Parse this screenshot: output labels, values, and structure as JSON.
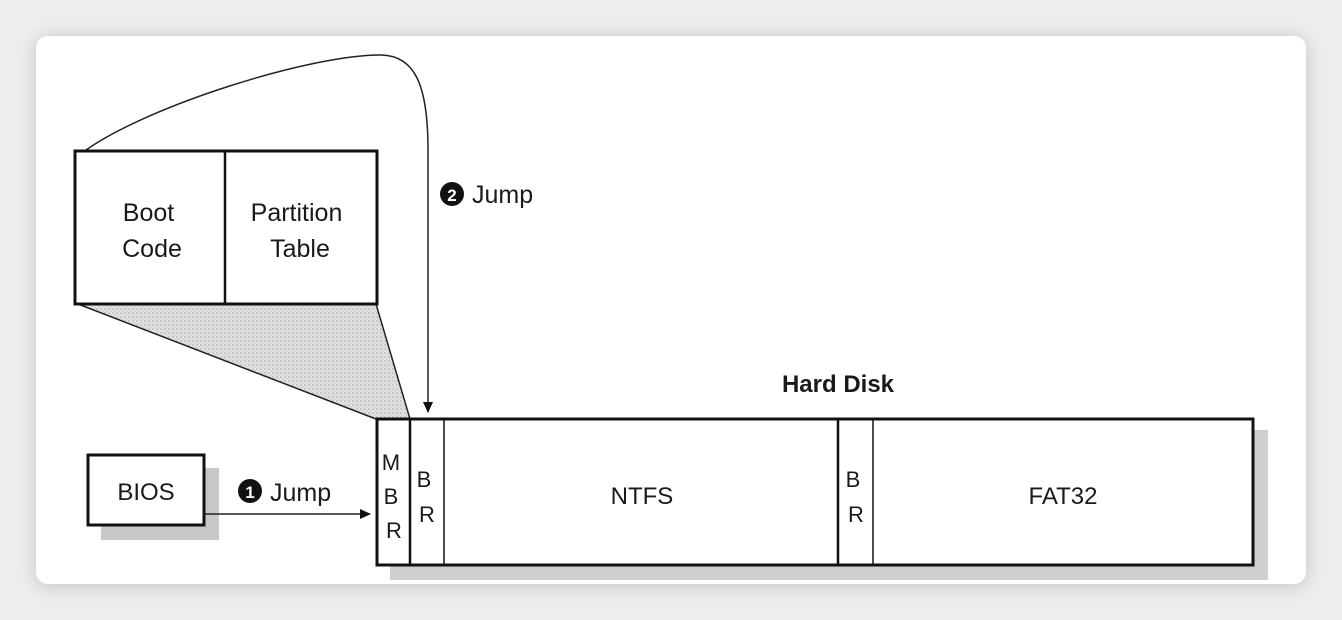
{
  "mbr_detail": {
    "boot_code": [
      "Boot",
      "Code"
    ],
    "partition_table": [
      "Partition",
      "Table"
    ]
  },
  "jump1": {
    "marker": "1",
    "label": "Jump"
  },
  "jump2": {
    "marker": "2",
    "label": "Jump"
  },
  "bios": {
    "label": "BIOS"
  },
  "hard_disk": {
    "title": "Hard Disk",
    "mbr": [
      "M",
      "B",
      "R"
    ],
    "br1": [
      "B",
      "R"
    ],
    "ntfs": "NTFS",
    "br2": [
      "B",
      "R"
    ],
    "fat32": "FAT32"
  }
}
